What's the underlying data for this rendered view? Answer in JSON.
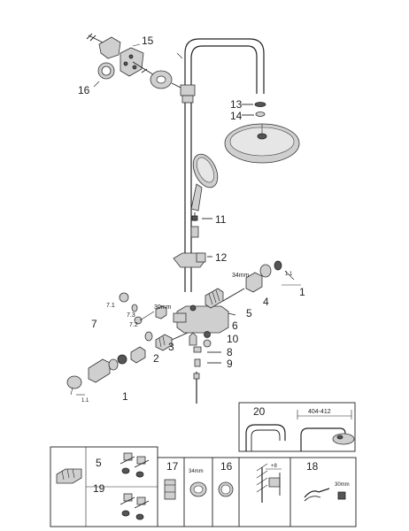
{
  "callouts": {
    "c15": "15",
    "c16": "16",
    "c13": "13",
    "c14": "14",
    "c11": "11",
    "c12": "12",
    "c1_top": "1",
    "c1_1_top": "1.1",
    "c34mm_top": "34mm",
    "c4": "4",
    "c5": "5",
    "c6": "6",
    "c7": "7",
    "c7_1": "7.1",
    "c7_2": "7.2",
    "c7_3": "7.3",
    "c30mm": "30mm",
    "c3": "3",
    "c2": "2",
    "c10": "10",
    "c8": "8",
    "c9": "9",
    "c1_bottom": "1",
    "c1_1_bottom": "1.1"
  },
  "inset": {
    "label": "20",
    "dimension": "404-412"
  },
  "parts_table": {
    "row_top": "5",
    "row_bottom": "19",
    "col_17": "17",
    "col_16": "16",
    "col_18": "18",
    "dim_34mm": "34mm",
    "dim_30mm": "30mm",
    "dim_plus8": "+8"
  }
}
